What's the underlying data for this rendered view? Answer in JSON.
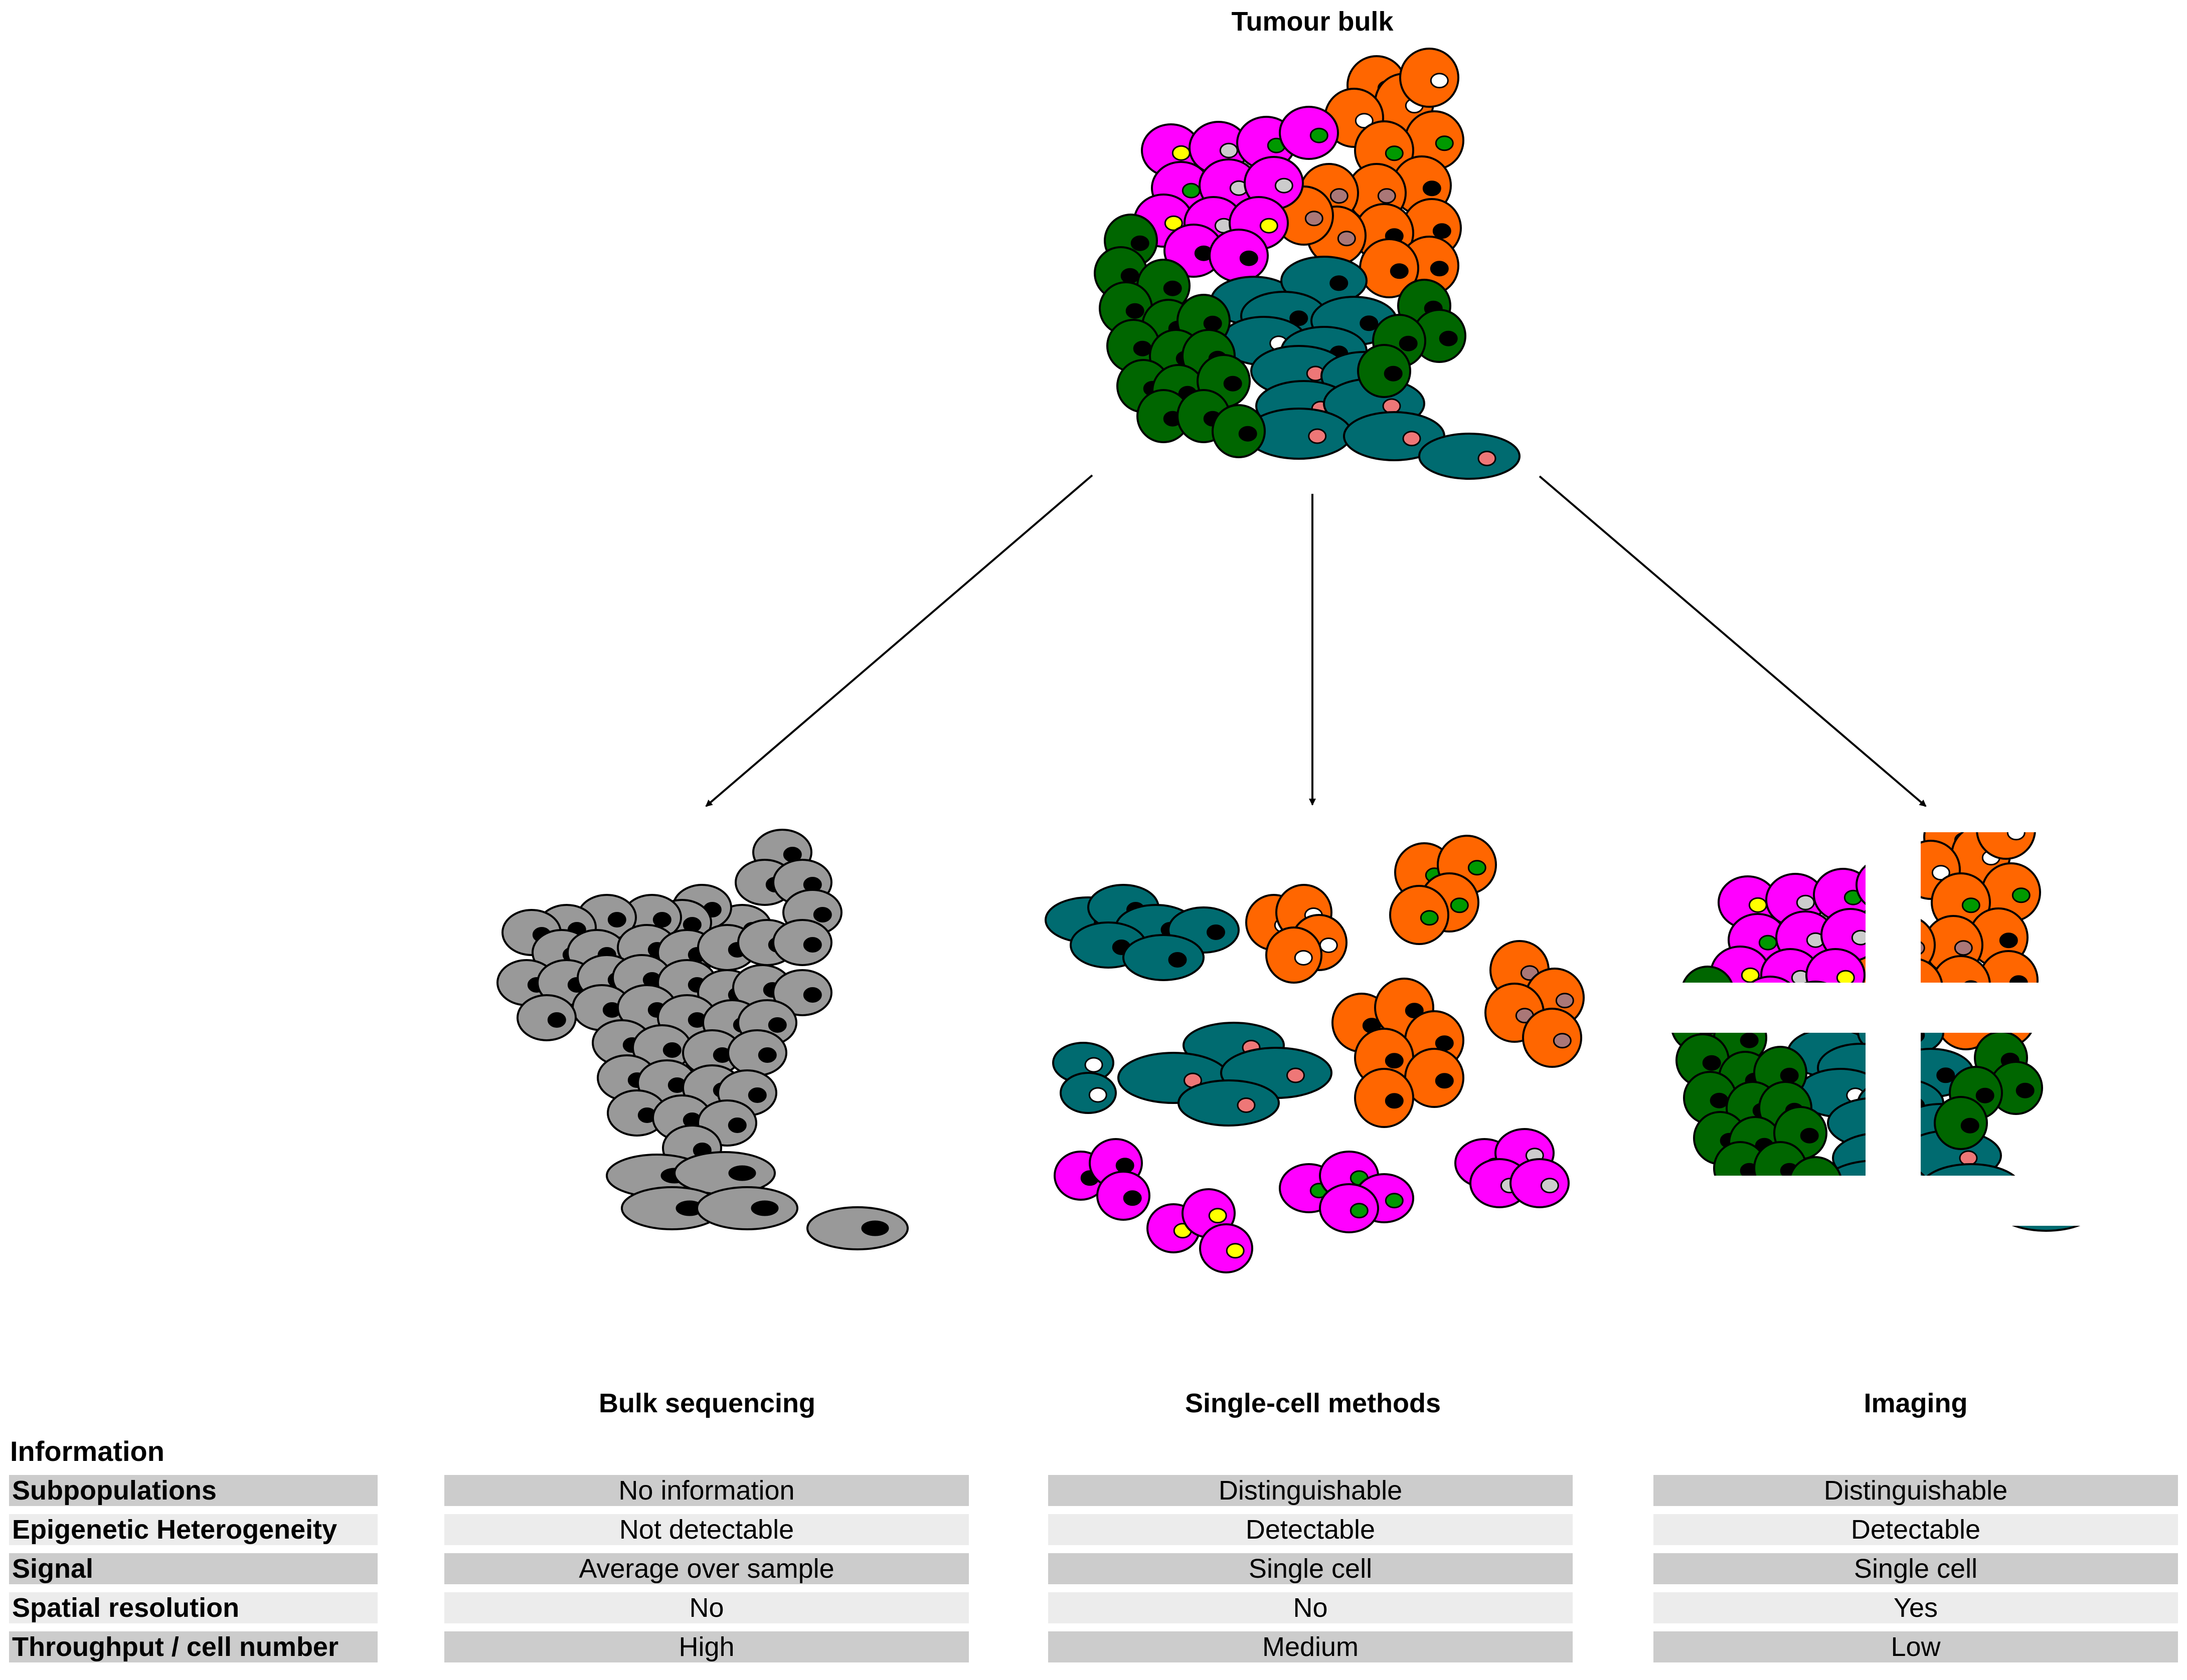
{
  "source_title": "Tumour bulk",
  "methods": [
    {
      "title": "Bulk sequencing"
    },
    {
      "title": "Single-cell methods"
    },
    {
      "title": "Imaging"
    }
  ],
  "table": {
    "header": "Information",
    "rows": [
      {
        "label": "Subpopulations",
        "values": [
          "No information",
          "Distinguishable",
          "Distinguishable"
        ]
      },
      {
        "label": "Epigenetic Heterogeneity",
        "values": [
          "Not detectable",
          "Detectable",
          "Detectable"
        ]
      },
      {
        "label": "Signal",
        "values": [
          "Average over sample",
          "Single cell",
          "Single cell"
        ]
      },
      {
        "label": "Spatial resolution",
        "values": [
          "No",
          "No",
          "Yes"
        ]
      },
      {
        "label": "Throughput / cell number",
        "values": [
          "High",
          "Medium",
          "Low"
        ]
      }
    ]
  },
  "colors": {
    "magenta": "#ff00ff",
    "orange": "#ff6600",
    "green": "#006600",
    "teal": "#006b70",
    "grey": "#999999",
    "nucleus_black": "#000000",
    "nucleus_yellow": "#ffff00",
    "nucleus_salmon": "#ee7777",
    "nucleus_white": "#ffffff",
    "nucleus_lightgrey": "#cccccc",
    "nucleus_mauve": "#aa7777",
    "nucleus_green": "#009900",
    "row_dark": "#cccccc",
    "row_light": "#ececec"
  }
}
